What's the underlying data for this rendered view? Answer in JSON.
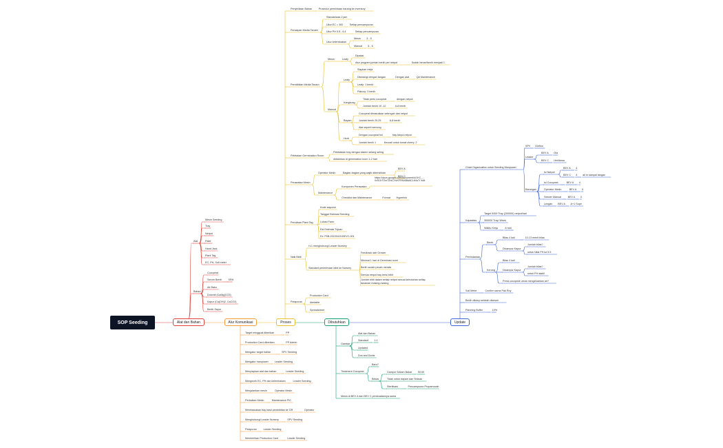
{
  "root": "SOP Seeding",
  "colors": {
    "alat": "#e0413a",
    "alur": "#f29a38",
    "proses": "#e8c02a",
    "dibutuhkan": "#1a9e6e",
    "update": "#3c62d6",
    "root": "#0c1426"
  },
  "main": {
    "alat": "Alat dan Bahan",
    "alur": "Alur Komunikasi",
    "proses": "Proses",
    "dibutuhkan": "Dibutuhkan",
    "update": "Update"
  },
  "alat": {
    "alat": "Alat",
    "alat_items": [
      "Mesin Seeding",
      "Tray",
      "Netpot",
      "Palet",
      "Hand Jack",
      "Plant Tag",
      "EC, PH, Soil meter"
    ],
    "bahan": "Bahan",
    "bahan_items": [
      "Cocopeat",
      "Serum Benih",
      "Air Baku",
      "Dolomit (CaMg(CO3)",
      "Kapur (Ca(OH)2, CaCO3)",
      "Benih Sayur"
    ],
    "srh": "SRH"
  },
  "alur": [
    {
      "a": "Target minggual diberikan",
      "b": "PP"
    },
    {
      "a": "Production Card diberikan",
      "b": "PP Admin"
    },
    {
      "a": "Mengatur target harian",
      "b": "SPV Seeding"
    },
    {
      "a": "Mengatur manpower",
      "b": "Leader Seeding"
    },
    {
      "a": "Menyiapkan alat dan bahan",
      "b": "Leader Seeding"
    },
    {
      "a": "Mengecek EC, PH dan kelembaban",
      "b": "Leader Seeding"
    },
    {
      "a": "Menjalankan mesin",
      "b": "Operator Mesin"
    },
    {
      "a": "Perbaikan Mesin",
      "b": "Maintenance PIC"
    },
    {
      "a": "Membawakan tray hasil pembibitan ke GR",
      "b": "Operator"
    },
    {
      "a": "Menghubungi Leader Nursery",
      "b": "SPV Seeding"
    },
    {
      "a": "Pelaporan",
      "b": "Leader Seeding"
    },
    {
      "a": "Memberikan Production Card",
      "b": "Leader Seeding"
    }
  ],
  "proses": {
    "penyediaan": "Penyediaan Bahan",
    "penyediaan_c": "Prosedur permintaan barang ke inventory",
    "persiapan": "Persiapan Media Tanam",
    "standarisasi": "Standarisasi 2 jam",
    "ec": "Ukur EC = 300",
    "ec_c": "Setiap pencampuran",
    "ph": "Ukur PH 5.5 - 6.4",
    "ph_c": "Setiap pencampuran",
    "kelembaban": "Ukur kelembaban",
    "mesin_k": "Mesin",
    "mesin_kv": "3 - 5",
    "manual_k": "Manual",
    "manual_kv": "5 - 6",
    "pembibitan": "Pembibitan Media Tanam",
    "mesin": "Mesin",
    "leafy": "Leafy",
    "dipakai": "Dipakai",
    "atur_program": "Atur program jumlah benih per netpot",
    "sudah_benar": "Sudah benar/benih menjadi 1",
    "manual": "Manual",
    "leafy2": "Leafy",
    "siapkan": "Siapkan meja",
    "dilubangi": "Dilubangi dengan tangan",
    "dengan_alat": "Dengan alat",
    "qa_maint": "QA Maintenance",
    "leafy_benih": "Leafy: 1 benih",
    "pakcoy": "Pakcoy: 3 benih",
    "kangkung": "Kangkung",
    "tidak_cocopeat": "Tidak perlu cocopeat",
    "dengan_netpot": "dengan netpot",
    "jumlah_kangkung": "Jumlah benih 10 -12",
    "benih_68": "6-8 benih",
    "bayam": "Bayam",
    "cocopeat_dimasukkan": "Cocopeat dimasukkan setengah dari netpot",
    "jumlah_bayam": "Jumlah benih 20-25",
    "benih_68b": "6-8 benih",
    "alat_seperti": "Alat seperti semong",
    "herb": "Herb",
    "cocopeat_full": "Dengan cocopeat full",
    "tray_tanpa": "tray tanpa netpot",
    "jumlah_herb": "Jumlah benih 1",
    "kecuali": "Kecuali untuk tomat cherry: 2",
    "peletakan": "Peletakan Germination Room",
    "peletakan_a": "Peletakkan tray dengan sistem selang seling",
    "peletakan_b": "didiamkan di germination room 1-2 hari",
    "perawatan": "Perawatan Mesin",
    "operator_mesin": "Operator Mesin",
    "bagian": "Bagian-bagian yang wajib dibersihkan",
    "bev_a": "BEV A",
    "bev_c": "BEV C",
    "maintenance": "Maintenance",
    "komponen": "Komponen Perawatan",
    "link": "https://docs.google.com/document/d/1KC_... 0vSOrTZmT2hICXvKFPAh5Bd8CLtf4sT/ edit",
    "checklist": "Checklist dan Maintenance",
    "format": "Format",
    "hyperlink": "Hyperlink",
    "penulisan": "Penulisan Plant Tag",
    "tag_items": [
      "Kode sayuran",
      "Tanggal Estimasi Seeding",
      "Lokasi Farm",
      "Est Estimasi Tujuan",
      "Ex: P0B-20220419-BEVC-001"
    ],
    "naik": "Naik Bibit",
    "naik_a": "H-1 menghubungi Leader Nursery",
    "standard_pen": "Standard penerimaan bibit ke Nursery",
    "std_items": [
      "Feedback dari Grower",
      "Minimal 1 hari di Germinasi room",
      "Benih sudah pecah merata",
      "Semua netpot tray terisi bibit",
      "Jumlah bibit dalam setiap netpot sesuai kebutuhan setiap tanaman masing-masing"
    ],
    "pelaporan": "Pelaporan",
    "pel_items": [
      "Production Card",
      "Aimtable",
      "Spreadsheet"
    ]
  },
  "dibutuhkan": {
    "gambar": "Gambar",
    "gambar_items": [
      "Alat dan Bahan",
      "Standard",
      "Updated",
      "Dos and Donts"
    ],
    "std_c": "1:1",
    "treatment": "Treatment Cocopeat",
    "baru": "Baru?",
    "bekas": "Bekas",
    "campur": "Campur Sekam Bakar",
    "campur_c": "50:50",
    "tidak_untuk": "Tidak untuk bayam dan Selada",
    "sterilisasi": "Sterilisasi",
    "pencampuran": "Pencampuran Propamocab",
    "mesin_bev": "Mesin di BEV A dan BEV C pembuatannya sama"
  },
  "update": {
    "chart": "Chart Organization untuk Seeding Manpower",
    "spv": "SPV",
    "spv_c": "Ginfion",
    "leader": "Leader",
    "bev_a_l": "BEV A",
    "bev_a_lc": "Ola",
    "bev_c_l": "BEV C",
    "bev_c_lc": "Herlilama",
    "barangan": "Barangan",
    "isi_netpot": "Isi Netpot",
    "isi_bev_a": "BEV A",
    "isi_bev_a_c": "4",
    "isi_bev_c": "BEV C",
    "isi_bev_c_c": "4",
    "isi_bev_c_c2": "all in sampai tangan",
    "isi_cocopeat": "Isi Cocopeat",
    "isi_coco_bev": "BEV A",
    "isi_coco_c": "4",
    "operator_mesin": "Operator Mesin",
    "op_bev": "BEV A",
    "op_c": "5",
    "seeder": "Seeder Manual",
    "seeder_bev": "BEV A",
    "seeder_c": "3",
    "lengan": "Lengan",
    "lengan_bev": "BEV A",
    "lengan_c": "A+1 Supir",
    "kapasitas": "Kapasitas",
    "target": "Target 5000 Tray (200000) netpot/hari",
    "tray_week": "300000 Tray/ Week",
    "waktu": "Waktu Kerja",
    "waktu_c": "8 hari",
    "perendaman": "Perendaman",
    "bleek": "Bleek",
    "bilas_bleek": "Bilas 4 kali",
    "bilas_bleek_c": "10-13 menit bilas",
    "dicampur": "Dicampur Kapur",
    "jumlah_bilas": "Jumlah bilas?",
    "untuk_nilai": "untuk Nilai PH ke 5.5",
    "kerung": "Kerung",
    "bilas_kerung": "Bilas 4 kali",
    "dicampur2": "Dicampur Kapur",
    "jumlah_bilas2": "Jumlah bilas?",
    "untuk_ph": "untuk PH stabil",
    "press": "Press cocopeat untuk mengeluarkan air?",
    "soil_meter": "Soil Meter",
    "soil_c": "Confirm sama Pak Roy",
    "benih_dibuat": "Benih ditutup setelah disesuh",
    "planning": "Planning Buffer",
    "planning_c": "10%"
  }
}
